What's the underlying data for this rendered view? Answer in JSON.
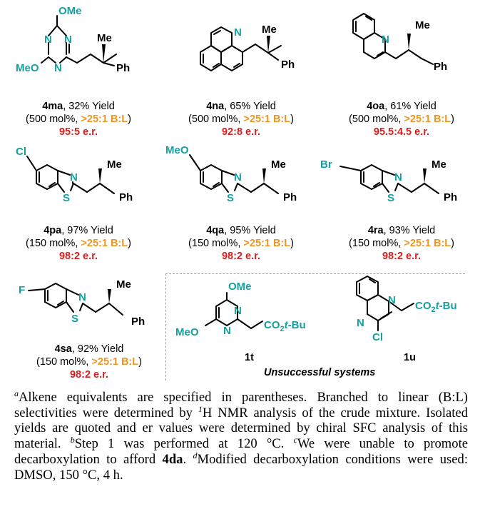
{
  "compounds": [
    {
      "id": "4ma",
      "yield": "32% Yield",
      "mol": "(500 mol%, ",
      "bl": ">25:1 B:L",
      "er": "95:5 e.r."
    },
    {
      "id": "4na",
      "yield": "65% Yield",
      "mol": "(500 mol%, ",
      "bl": ">25:1 B:L",
      "er": "92:8 e.r."
    },
    {
      "id": "4oa",
      "yield": "61% Yield",
      "mol": "(500 mol%, ",
      "bl": ">25:1 B:L",
      "er": "95.5:4.5 e.r."
    },
    {
      "id": "4pa",
      "yield": "97% Yield",
      "mol": "(150 mol%, ",
      "bl": ">25:1 B:L",
      "er": "98:2 e.r."
    },
    {
      "id": "4qa",
      "yield": "95% Yield",
      "mol": "(150 mol%, ",
      "bl": ">25:1 B:L",
      "er": "98:2 e.r."
    },
    {
      "id": "4ra",
      "yield": "93% Yield",
      "mol": "(150 mol%, ",
      "bl": ">25:1 B:L",
      "er": "98:2 e.r."
    },
    {
      "id": "4sa",
      "yield": "92% Yield",
      "mol": "(150 mol%, ",
      "bl": ">25:1 B:L",
      "er": "98:2 e.r."
    }
  ],
  "caption_sep": ", ",
  "caption_close": ")",
  "atoms": {
    "OMe": "OMe",
    "MeO": "MeO",
    "N": "N",
    "Me": "Me",
    "Ph": "Ph",
    "Cl": "Cl",
    "S": "S",
    "Br": "Br",
    "F": "F",
    "CO2tBu_a": "CO",
    "CO2tBu_b": "2",
    "CO2tBu_c": "t",
    "CO2tBu_d": "-Bu"
  },
  "unsuccessful": {
    "label": "Unsuccessful systems",
    "ids": [
      "1t",
      "1u"
    ]
  },
  "footnotes": {
    "a_mark": "a",
    "a_text": "Alkene equivalents are specified in parentheses. Branched to linear (B:L) selectivities were determined by ",
    "a_sup": "1",
    "a_text2": "H NMR analysis of the crude mixture. Isolated yields are quoted and er values were determined by chiral SFC analysis of this material. ",
    "b_mark": "b",
    "b_text": "Step 1 was performed at 120 °C. ",
    "c_mark": "c",
    "c_text": "We were unable to promote decarboxylation to afford ",
    "c_bold": "4da",
    "c_end": ". ",
    "d_mark": "d",
    "d_text": "Modified decarboxylation conditions were used: DMSO, 150 °C, 4 h."
  },
  "colors": {
    "heteroatom": "#14a0a0",
    "selectivity": "#f0961e",
    "er": "#d42020"
  }
}
